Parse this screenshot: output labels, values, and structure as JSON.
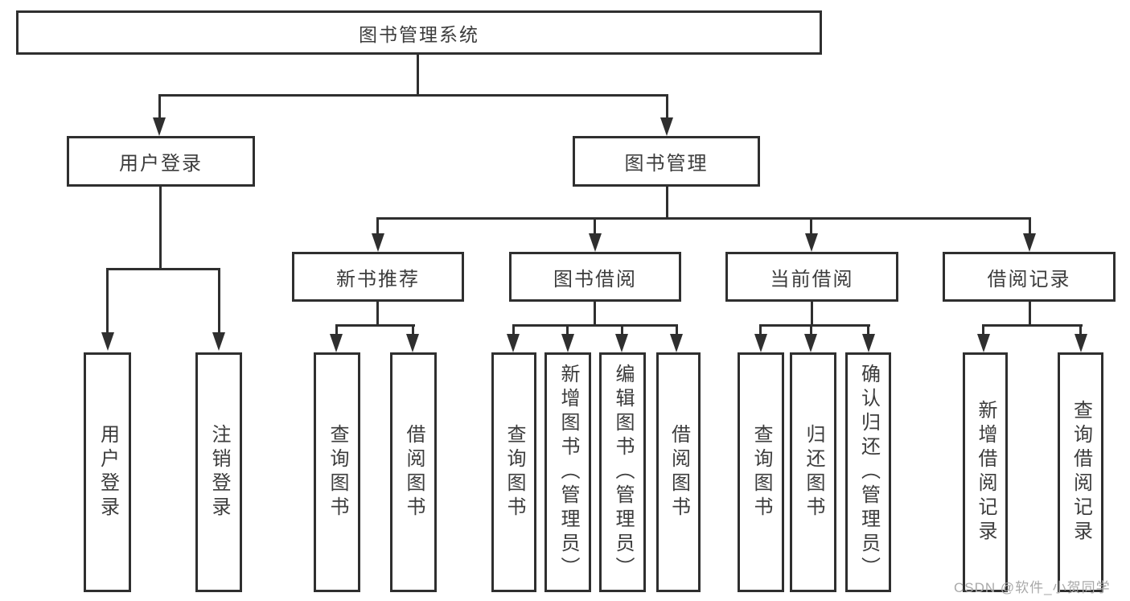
{
  "root": {
    "label": "图书管理系统"
  },
  "level2": {
    "user_login": {
      "label": "用户登录"
    },
    "book_mgmt": {
      "label": "图书管理"
    }
  },
  "level3": {
    "new_books": {
      "label": "新书推荐"
    },
    "borrowing": {
      "label": "图书借阅"
    },
    "current": {
      "label": "当前借阅"
    },
    "records": {
      "label": "借阅记录"
    }
  },
  "leaves": {
    "login": {
      "label": "用户登录"
    },
    "logout": {
      "label": "注销登录"
    },
    "nb_query": {
      "label": "查询图书"
    },
    "nb_borrow": {
      "label": "借阅图书"
    },
    "bb_query": {
      "label": "查询图书"
    },
    "bb_add": {
      "label": "新增图书（管理员）"
    },
    "bb_edit": {
      "label": "编辑图书（管理员）"
    },
    "bb_borrow": {
      "label": "借阅图书"
    },
    "cb_query": {
      "label": "查询图书"
    },
    "cb_return": {
      "label": "归还图书"
    },
    "cb_confirm": {
      "label": "确认归还（管理员）"
    },
    "rec_add": {
      "label": "新增借阅记录"
    },
    "rec_query": {
      "label": "查询借阅记录"
    }
  },
  "watermark": "CSDN @软件_小贺同学",
  "colors": {
    "line": "#2f2f2f",
    "text": "#3c3c3c",
    "background": "#ffffff",
    "watermark": "#a9a9a9"
  }
}
